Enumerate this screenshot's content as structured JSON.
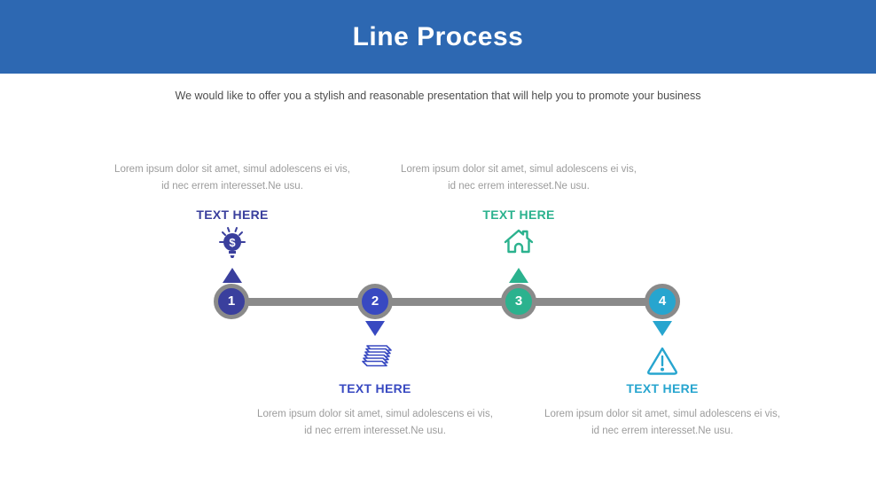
{
  "header": {
    "title": "Line Process",
    "bg_color": "#2d68b2",
    "title_color": "#ffffff"
  },
  "subtitle": "We would like to offer you a stylish and reasonable presentation that will help you to promote your business",
  "timeline": {
    "line_color": "#8a8a8a",
    "ring_color": "#8a8a8a"
  },
  "steps": [
    {
      "number": "1",
      "label": "TEXT HERE",
      "icon": "money-idea-bulb-icon",
      "color": "#3a3f9d",
      "position": "above",
      "lorem_line1": "Lorem ipsum dolor sit amet, simul adolescens ei vis,",
      "lorem_line2": "id nec errem interesset.Ne usu."
    },
    {
      "number": "2",
      "label": "TEXT HERE",
      "icon": "layers-stack-icon",
      "color": "#3849c1",
      "position": "below",
      "lorem_line1": "Lorem ipsum dolor sit amet, simul adolescens ei vis,",
      "lorem_line2": "id nec errem interesset.Ne usu."
    },
    {
      "number": "3",
      "label": "TEXT HERE",
      "icon": "home-icon",
      "color": "#2bb28e",
      "position": "above",
      "lorem_line1": "Lorem ipsum dolor sit amet, simul adolescens ei vis,",
      "lorem_line2": "id nec errem interesset.Ne usu."
    },
    {
      "number": "4",
      "label": "TEXT HERE",
      "icon": "warning-triangle-icon",
      "color": "#27a5cf",
      "position": "below",
      "lorem_line1": "Lorem ipsum dolor sit amet, simul adolescens ei vis,",
      "lorem_line2": "id nec errem interesset.Ne usu."
    }
  ]
}
